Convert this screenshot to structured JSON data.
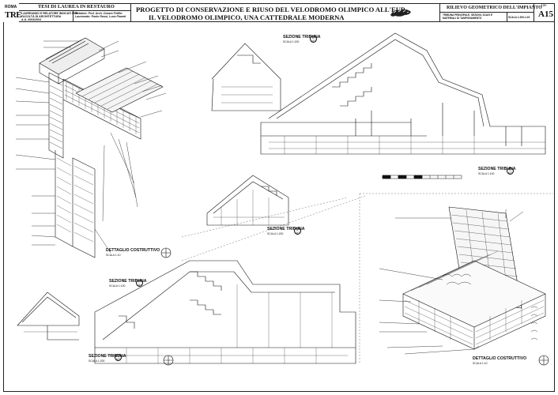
{
  "header": {
    "logo_top": "ROMA",
    "logo_bottom": "TRE",
    "thesis_title": "TESI DI LAUREA IN RESTAURO",
    "students_lines": [
      "LAUREANDO E RELATORE INDICATI PER",
      "FACOLTÀ DI ARCHITETTURA",
      "A.A. 2003/2004"
    ],
    "supervisors_lines": [
      "Relatore: Prof. Arch. Cesare Feiffer",
      "Laureando: Paolo Rossi, Luca Pianeti"
    ],
    "project_title_1": "PROGETTO DI CONSERVAZIONE E RIUSO DEL VELODROMO OLIMPICO ALL'EUR",
    "project_title_2": "IL VELODROMO OLIMPICO, UNA CATTEDRALE MODERNA",
    "sheet_title": "RILIEVO GEOMETRICO DELL'IMPIANTO",
    "sheet_sub_lines": [
      "TRIBUNA PRINCIPALE, SEZIONI, SCAVI E",
      "MATERIALI DI TAMPONAMENTO"
    ],
    "scale_box": "SCALA 1:200-1:20",
    "tav_label": "Tav.",
    "tav_number": "A15"
  },
  "drawings": {
    "section_d": {
      "title": "SEZIONE TRIBUNA",
      "scale": "SCALA 1:200",
      "marker_top": "D",
      "marker_bottom": "A15"
    },
    "section_e": {
      "title": "SEZIONE TRIBUNA",
      "scale": "SCALA 1:200",
      "marker_top": "E",
      "marker_bottom": "A15"
    },
    "section_n": {
      "title": "SEZIONE TRIBUNA",
      "scale": "SCALA 1:100",
      "marker_top": "N",
      "marker_bottom": "A15"
    },
    "section_p": {
      "title": "SEZIONE TRIBUNA",
      "scale": "SCALA 1:100",
      "marker_top": "P",
      "marker_bottom": "A15"
    },
    "section_r": {
      "title": "SEZIONE TRIBUNA",
      "scale": "SCALA 1:200",
      "marker_top": "R",
      "marker_bottom": "A15"
    },
    "detail_left": {
      "title": "DETTAGLIO COSTRUTTIVO",
      "scale": "SCALA 1:10"
    },
    "detail_right": {
      "title": "DETTAGLIO COSTRUTTIVO",
      "scale": "SCALA 1:10"
    }
  }
}
